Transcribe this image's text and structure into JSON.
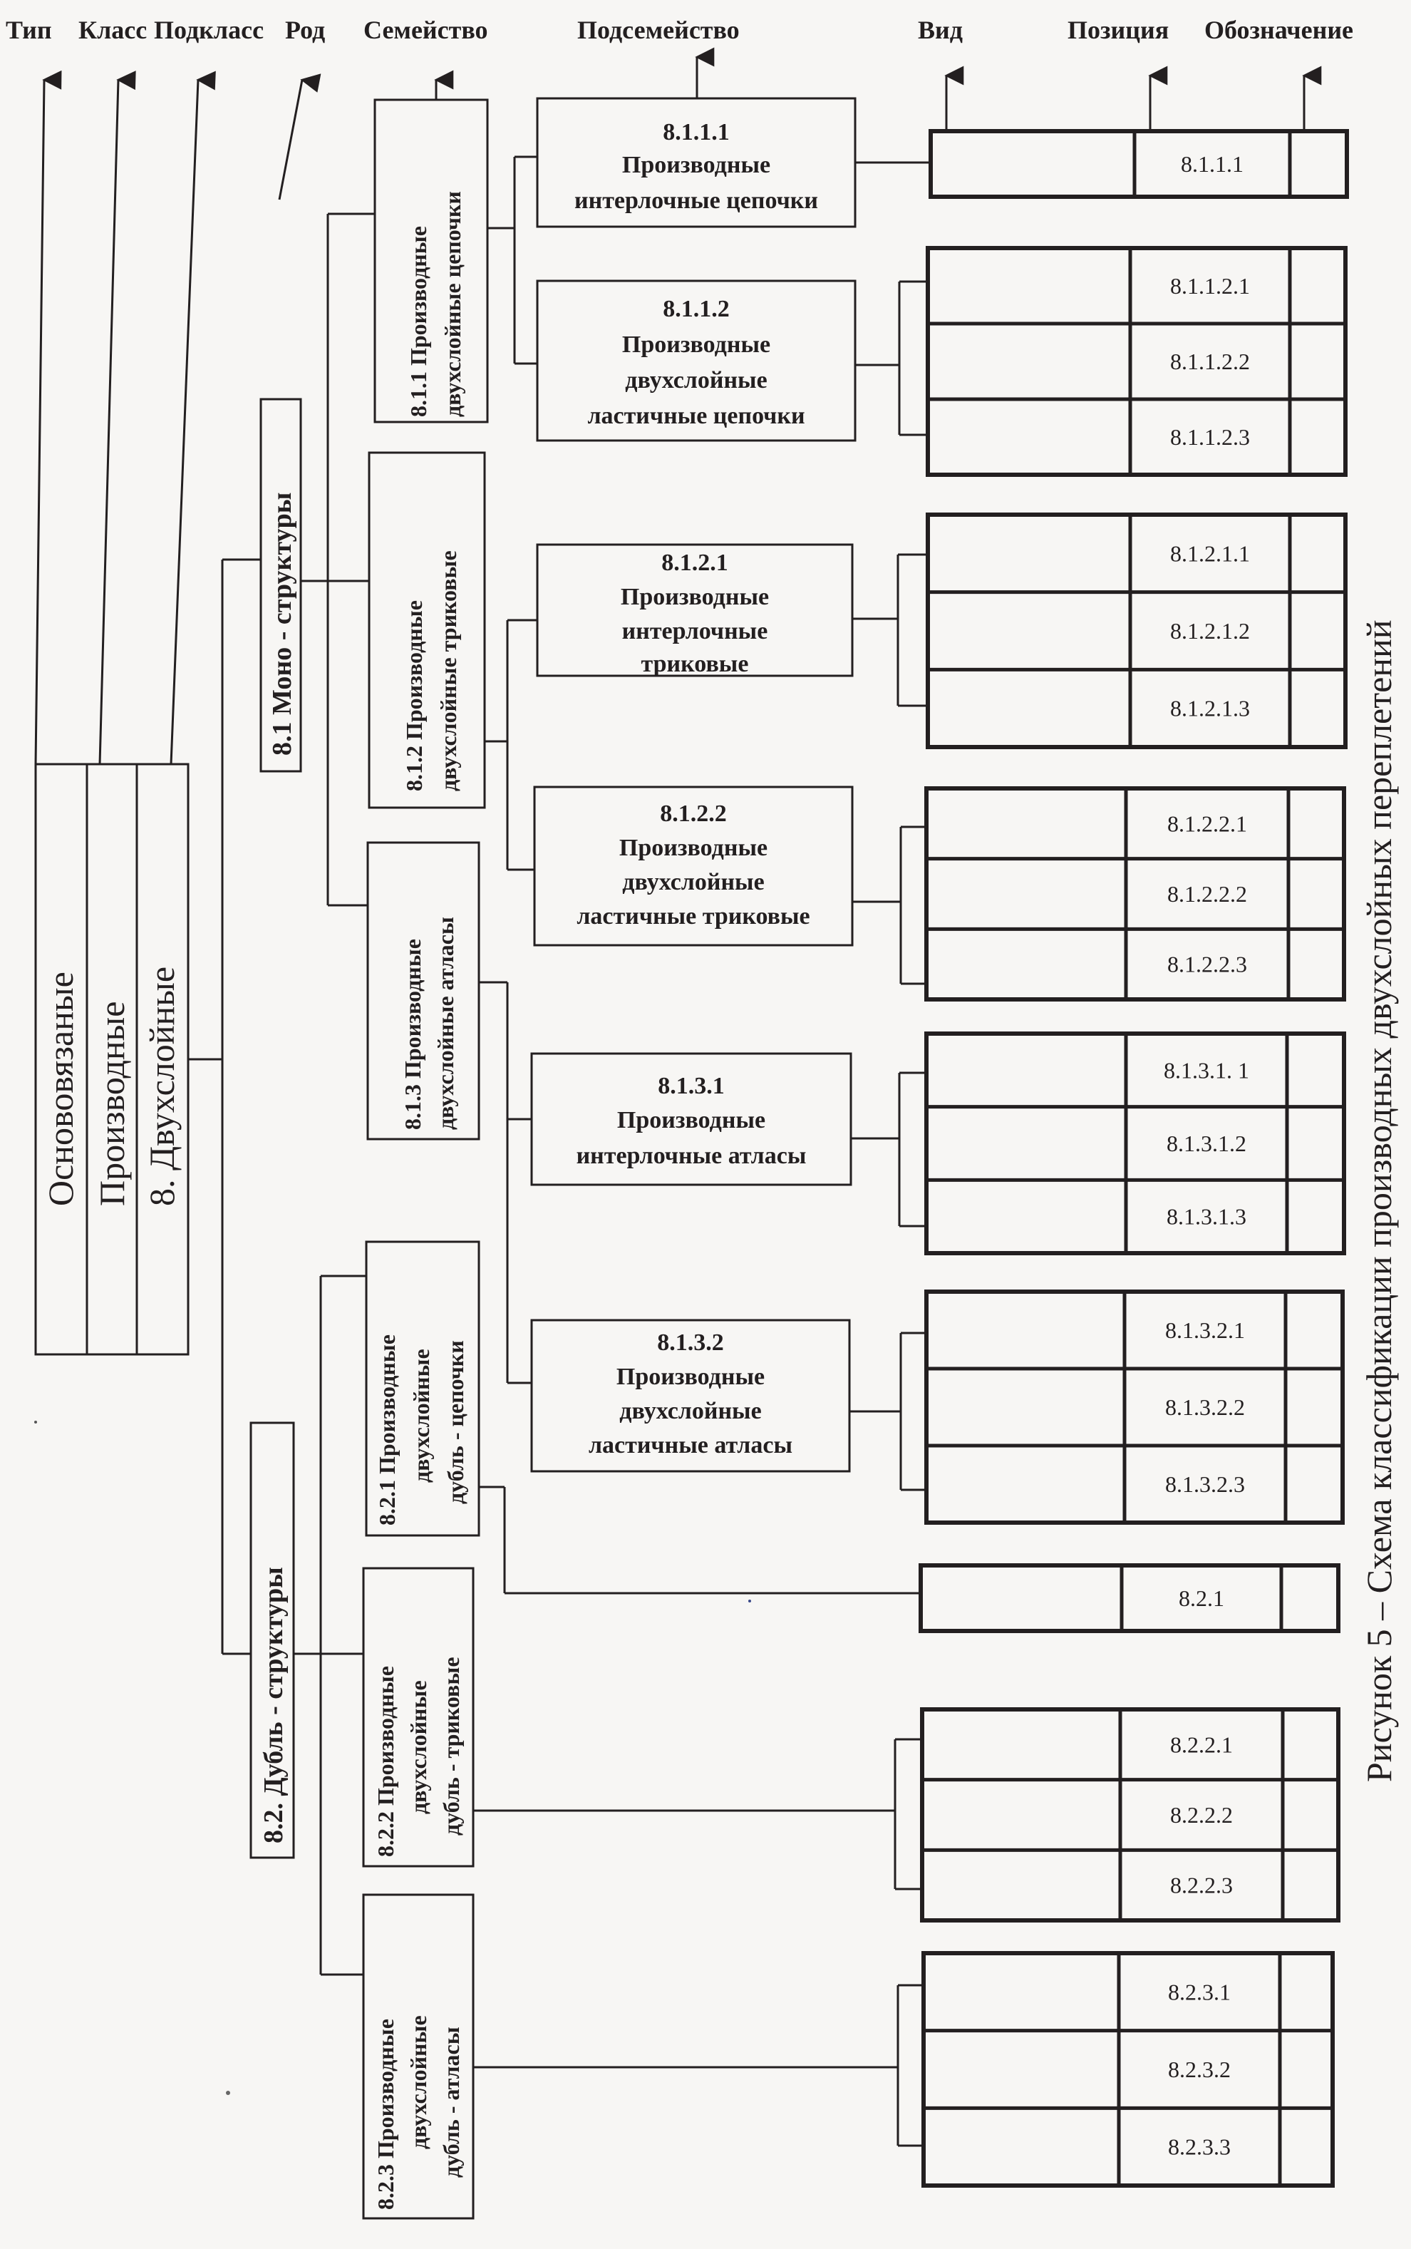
{
  "headers": {
    "tip": "Тип",
    "klass": "Класс",
    "podklass": "Подкласс",
    "rod": "Род",
    "semeistvo": "Семейство",
    "podsemeistvo": "Подсемейство",
    "vid": "Вид",
    "pozitsiya": "Позиция",
    "oboznachenie": "Обозначение"
  },
  "caption": "Рисунок 5 – Схема классификации производных двухслойных переплетений",
  "root": {
    "type": "Основовязаные",
    "class": "Производные",
    "subclass": "8. Двухслойные"
  },
  "genera": {
    "mono": "8.1 Моно - структуры",
    "dubl": "8.2. Дубль - структуры"
  },
  "families": {
    "f811": [
      "8.1.1 Производные",
      "двухслойные цепочки"
    ],
    "f812": [
      "8.1.2 Производные",
      "двухслойные триковые"
    ],
    "f813": [
      "8.1.3 Производные",
      "двухслойные атласы"
    ],
    "f821": [
      "8.2.1 Производные",
      "двухслойные",
      "дубль - цепочки"
    ],
    "f822": [
      "8.2.2 Производные",
      "двухслойные",
      "дубль - триковые"
    ],
    "f823": [
      "8.2.3 Производные",
      "двухслойные",
      "дубль - атласы"
    ]
  },
  "subfamilies": {
    "s8111": [
      "8.1.1.1",
      "Производные",
      "интерлочные цепочки"
    ],
    "s8112": [
      "8.1.1.2",
      "Производные",
      "двухслойные",
      "ластичные цепочки"
    ],
    "s8121": [
      "8.1.2.1",
      "Производные",
      "интерлочные",
      "триковые"
    ],
    "s8122": [
      "8.1.2.2",
      "Производные",
      "двухслойные",
      "ластичные триковые"
    ],
    "s8131": [
      "8.1.3.1",
      "Производные",
      "интерлочные атласы"
    ],
    "s8132": [
      "8.1.3.2",
      "Производные",
      "двухслойные",
      "ластичные атласы"
    ]
  },
  "positions": {
    "g8111": [
      "8.1.1.1"
    ],
    "g8112": [
      "8.1.1.2.1",
      "8.1.1.2.2",
      "8.1.1.2.3"
    ],
    "g8121": [
      "8.1.2.1.1",
      "8.1.2.1.2",
      "8.1.2.1.3"
    ],
    "g8122": [
      "8.1.2.2.1",
      "8.1.2.2.2",
      "8.1.2.2.3"
    ],
    "g8131": [
      "8.1.3.1. 1",
      "8.1.3.1.2",
      "8.1.3.1.3"
    ],
    "g8132": [
      "8.1.3.2.1",
      "8.1.3.2.2",
      "8.1.3.2.3"
    ],
    "g821": [
      "8.2.1"
    ],
    "g822": [
      "8.2.2.1",
      "8.2.2.2",
      "8.2.2.3"
    ],
    "g823": [
      "8.2.3.1",
      "8.2.3.2",
      "8.2.3.3"
    ]
  }
}
